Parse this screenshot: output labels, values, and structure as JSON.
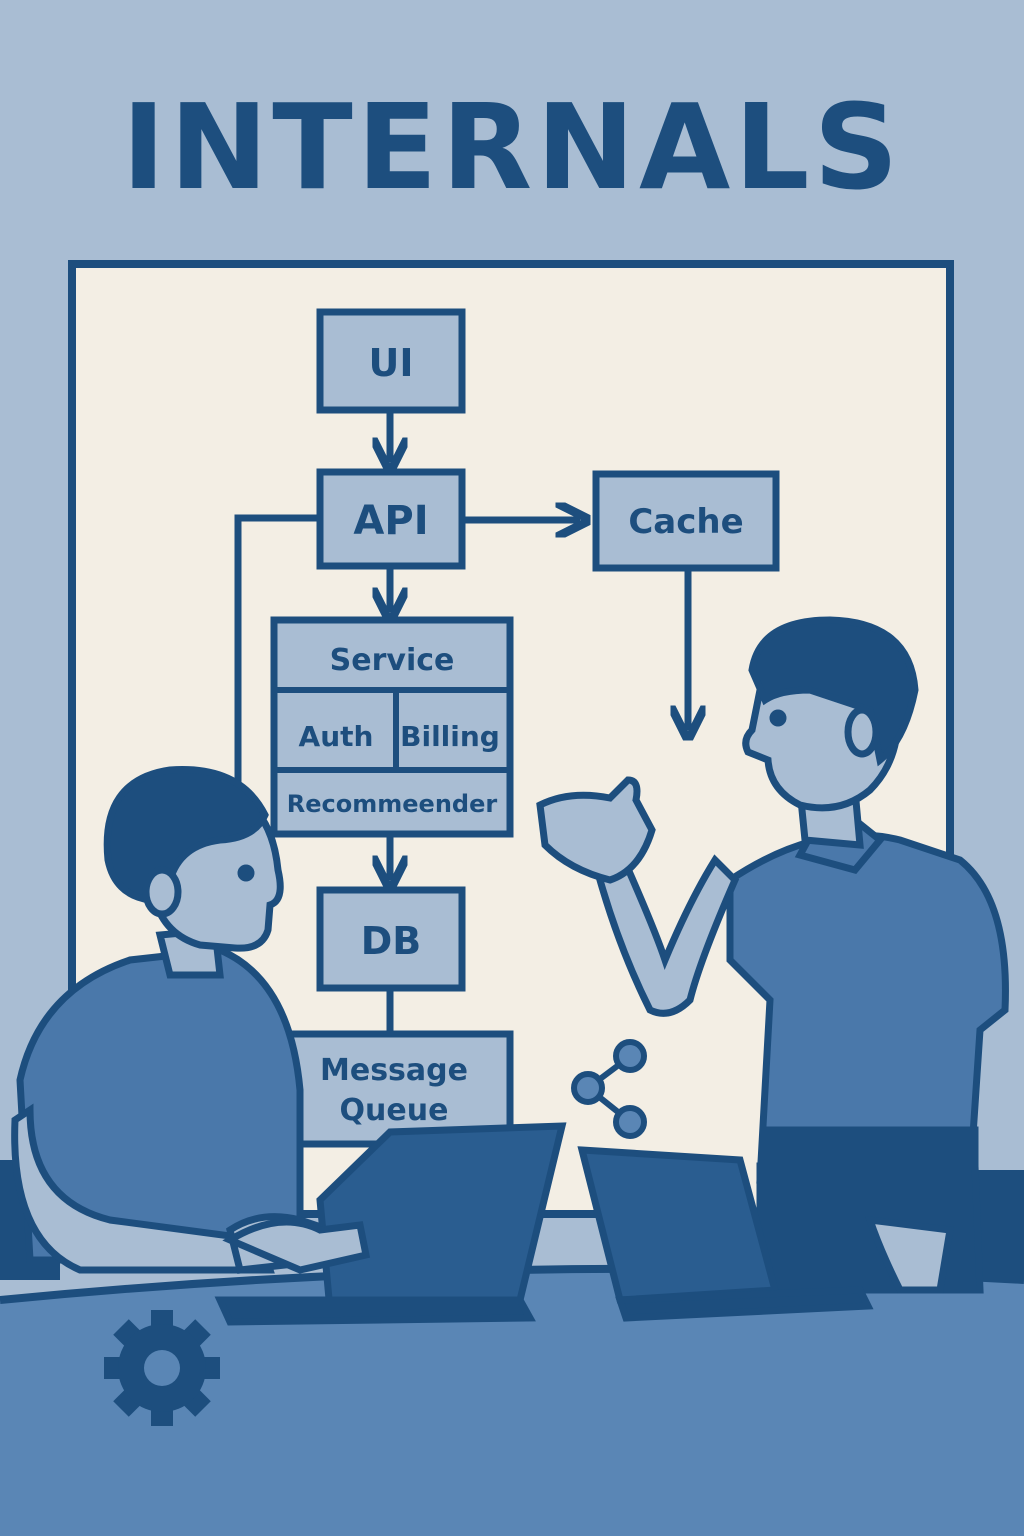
{
  "title": "INTERNALS",
  "colors": {
    "background": "#a9bdd3",
    "whiteboard": "#f3eee4",
    "ink": "#1d4e7e",
    "box_fill": "#a9bdd3",
    "shirt": "#4a78aa",
    "desk": "#5a86b5"
  },
  "diagram": {
    "ui": "UI",
    "api": "API",
    "cache": "Cache",
    "service": "Service",
    "auth": "Auth",
    "billing": "Billing",
    "recommender": "Recommeender",
    "db": "DB",
    "message_queue_line1": "Message",
    "message_queue_line2": "Queue"
  },
  "icons": [
    "share-icon",
    "gear-icon"
  ],
  "people": [
    "seated-developer",
    "standing-presenter"
  ]
}
